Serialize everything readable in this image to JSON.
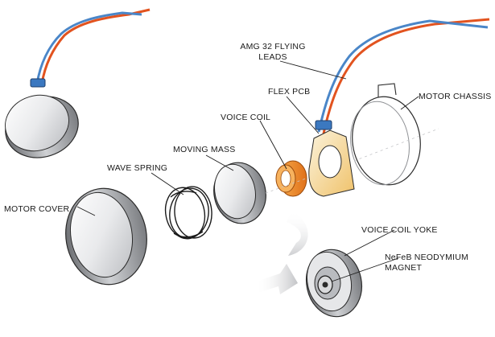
{
  "labels": {
    "amg_leads_line1": "AMG 32 FLYING",
    "amg_leads_line2": "LEADS",
    "flex_pcb": "FLEX PCB",
    "motor_chassis": "MOTOR CHASSIS",
    "voice_coil": "VOICE COIL",
    "moving_mass": "MOVING MASS",
    "wave_spring": "WAVE SPRING",
    "motor_cover": "MOTOR COVER",
    "voice_coil_yoke": "VOICE COIL YOKE",
    "magnet_line1": "NeFeB NEODYMIUM",
    "magnet_line2": "MAGNET"
  },
  "colors": {
    "wire_red": "#e2531f",
    "wire_blue": "#4a86c8",
    "metal_light": "#f2f3f4",
    "metal_dark": "#8e9094",
    "coil_orange": "#f28a1f",
    "pcb_gold": "#f2c97a",
    "outline": "#2a2a2a"
  }
}
